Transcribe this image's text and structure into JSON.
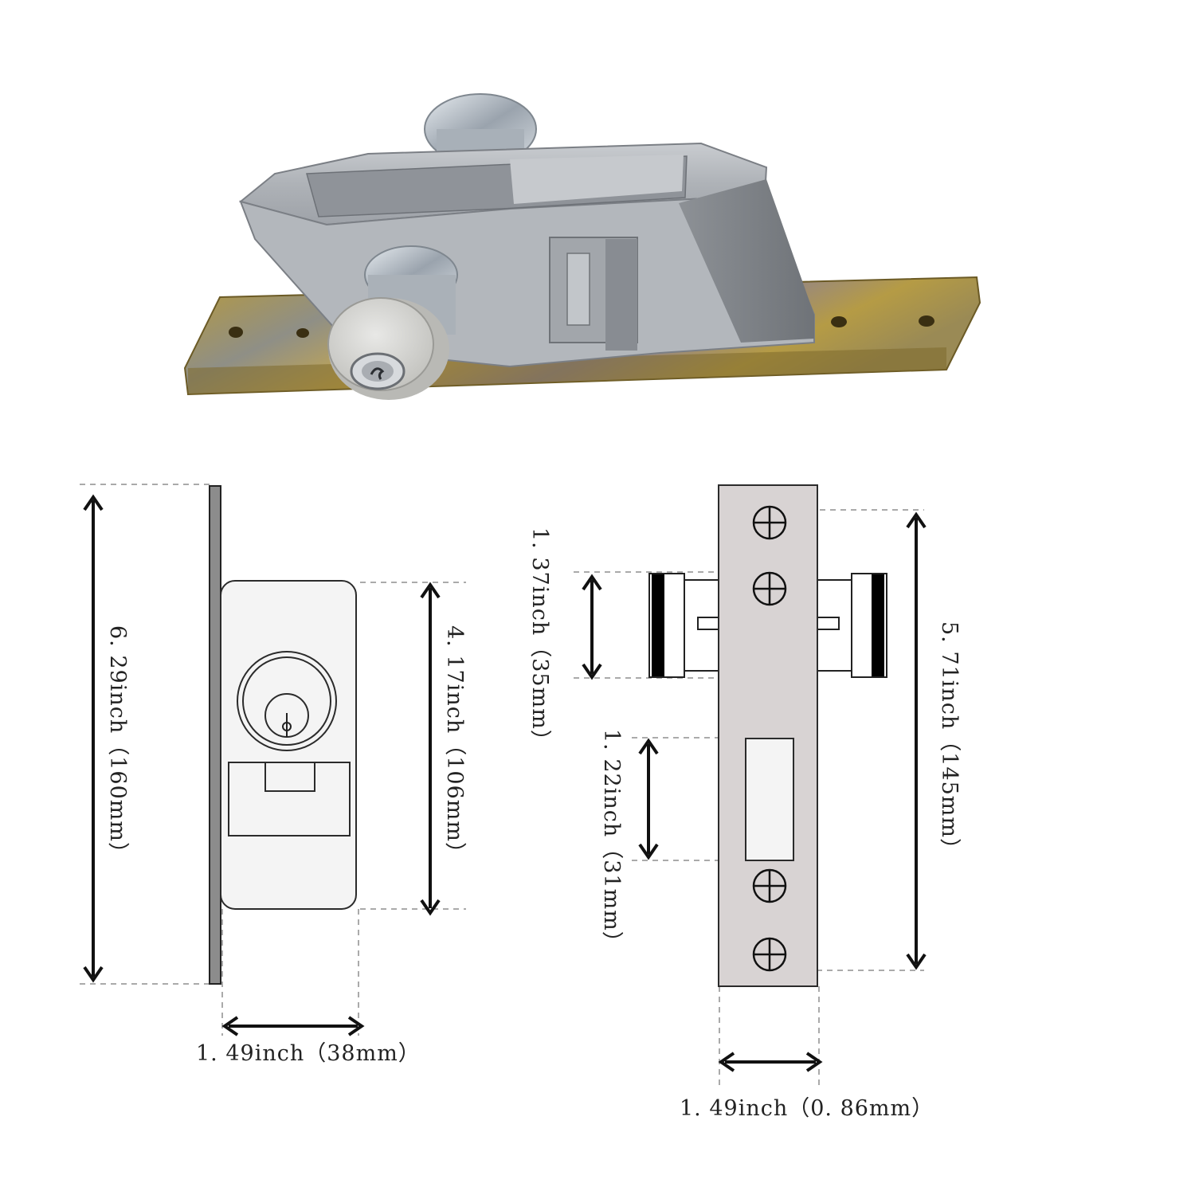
{
  "product": {
    "photo_icon": "mortise-lock-with-key-cylinder-photo"
  },
  "colors": {
    "plate": "#d8d3d3",
    "body_outline": "#2b2b2b",
    "face_fill": "#f4f4f4",
    "strip_fill": "#8c8c8c",
    "arrow": "#111111"
  },
  "dimensions": {
    "side_total_height": "6. 29inch（160mm）",
    "side_body_height": "4. 17inch（106mm）",
    "side_body_width": "1. 49inch（38mm）",
    "cylinder_height": "1. 37inch（35mm）",
    "bolt_height": "1. 22inch（31mm）",
    "screw_spacing": "5. 71inch（145mm）",
    "plate_width": "1. 49inch（0. 86mm）"
  }
}
